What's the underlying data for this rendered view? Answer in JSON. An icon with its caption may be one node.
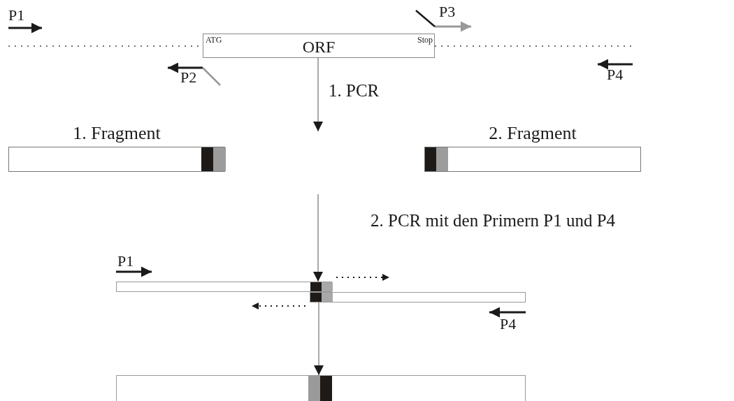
{
  "diagram": {
    "nodes": [
      {
        "text": [
          "ATG",
          "ORF",
          "Stop"
        ]
      },
      {
        "text": [
          "1. Fragment"
        ]
      },
      {
        "text": [
          "2. Fragment"
        ]
      },
      {
        "text": [],
        "shape": "bar"
      },
      {
        "text": [],
        "shape": "bar"
      },
      {
        "text": [],
        "shape": "bar"
      }
    ],
    "edges": [
      {
        "from": 0,
        "to": null,
        "arrow": "to",
        "label": "1. PCR"
      },
      {
        "from": null,
        "to": 3,
        "arrow": "to",
        "label": "2. PCR mit den Primern P1 und P4"
      },
      {
        "from": 4,
        "to": 5,
        "arrow": "to"
      }
    ],
    "labels": [
      "P1",
      "P3",
      "P2",
      "P4",
      "P1",
      "P4"
    ]
  }
}
